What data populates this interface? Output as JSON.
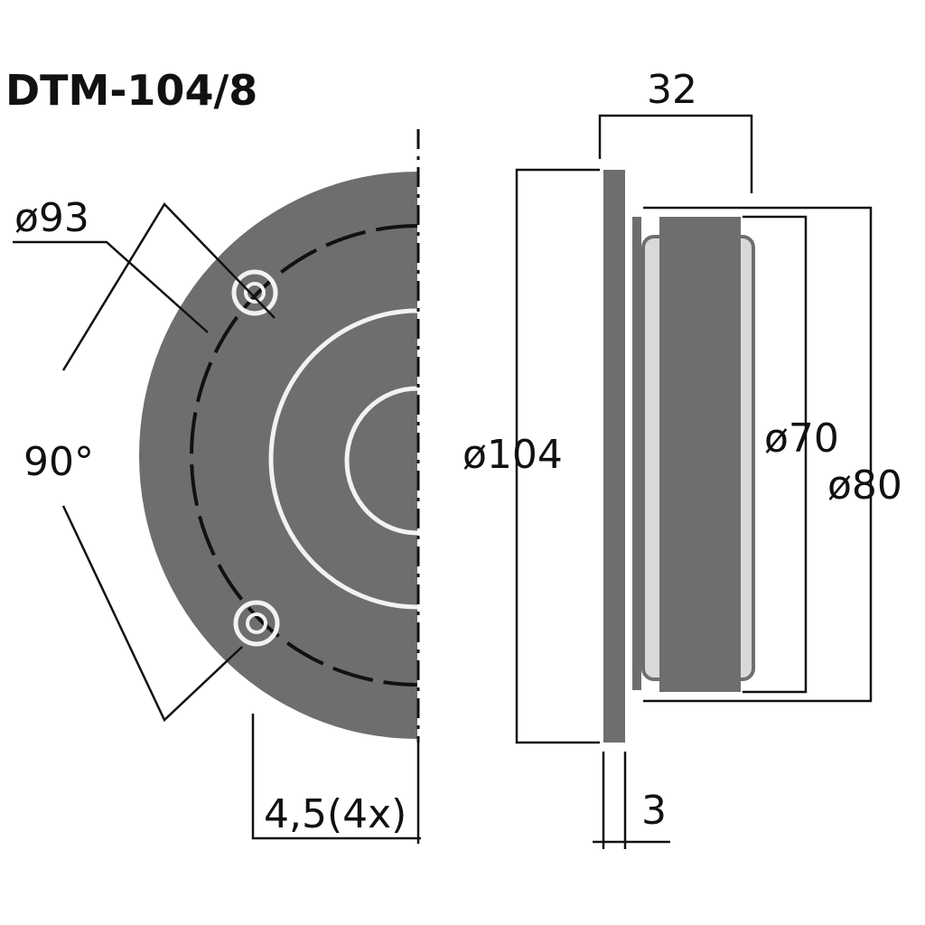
{
  "title": "DTM-104/8",
  "dimensions": {
    "bolt_circle": "ø93",
    "bolt_angle": "90°",
    "hole_size": "4,5(4x)",
    "outer_diameter": "ø104",
    "depth": "32",
    "inner_diameter_70": "ø70",
    "inner_diameter_80": "ø80",
    "flange_thickness": "3"
  },
  "colors": {
    "body": "#6e6e6e",
    "line": "#111111",
    "highlight": "#f2f2f2"
  }
}
